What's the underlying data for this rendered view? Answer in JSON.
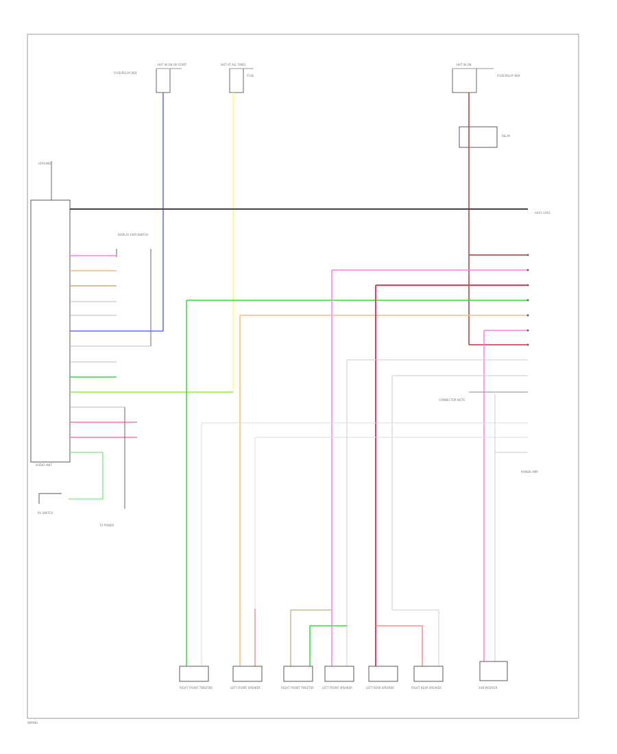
{
  "labels": {
    "fuse_left": "HOT IN ON OR START",
    "fuse_left_desc": "FUSE/RELAY BOX",
    "fuse_mid": "HOT AT ALL TIMES",
    "fuse_mid_desc": "FUSE",
    "fuse_right": "HOT IN ON",
    "fuse_right_desc": "FUSE/RELAY BOX",
    "relay_right": "RELAY",
    "ground_bus": "GROUND",
    "bus_left": "G401 G402",
    "bus_right": "G401 G402",
    "display_unit": "DISPLAY UNIT/SWITCH",
    "audio_unit": "AUDIO UNIT",
    "pu_switch": "PU SWITCH",
    "tv_power": "TV POWER",
    "connector_note": "CONNECTOR NOTE",
    "amp_label": "POWER AMP",
    "speakers": [
      "RIGHT FRONT TWEETER",
      "LEFT FRONT SPEAKER",
      "RIGHT FRONT TWEETER",
      "LEFT FRONT SPEAKER",
      "LEFT REAR SPEAKER",
      "RIGHT REAR SPEAKER",
      "SUB WOOFER"
    ],
    "footer": "WIRING"
  },
  "colors": {
    "blue": "#6666ff",
    "yellow": "#ffff66",
    "green": "#33dd33",
    "lightgreen": "#88ee88",
    "orange": "#ffbb77",
    "pink": "#ff77ff",
    "red": "#ff3355",
    "darkred": "#bb3333",
    "gray": "#444444",
    "lightgray": "#cccccc"
  }
}
